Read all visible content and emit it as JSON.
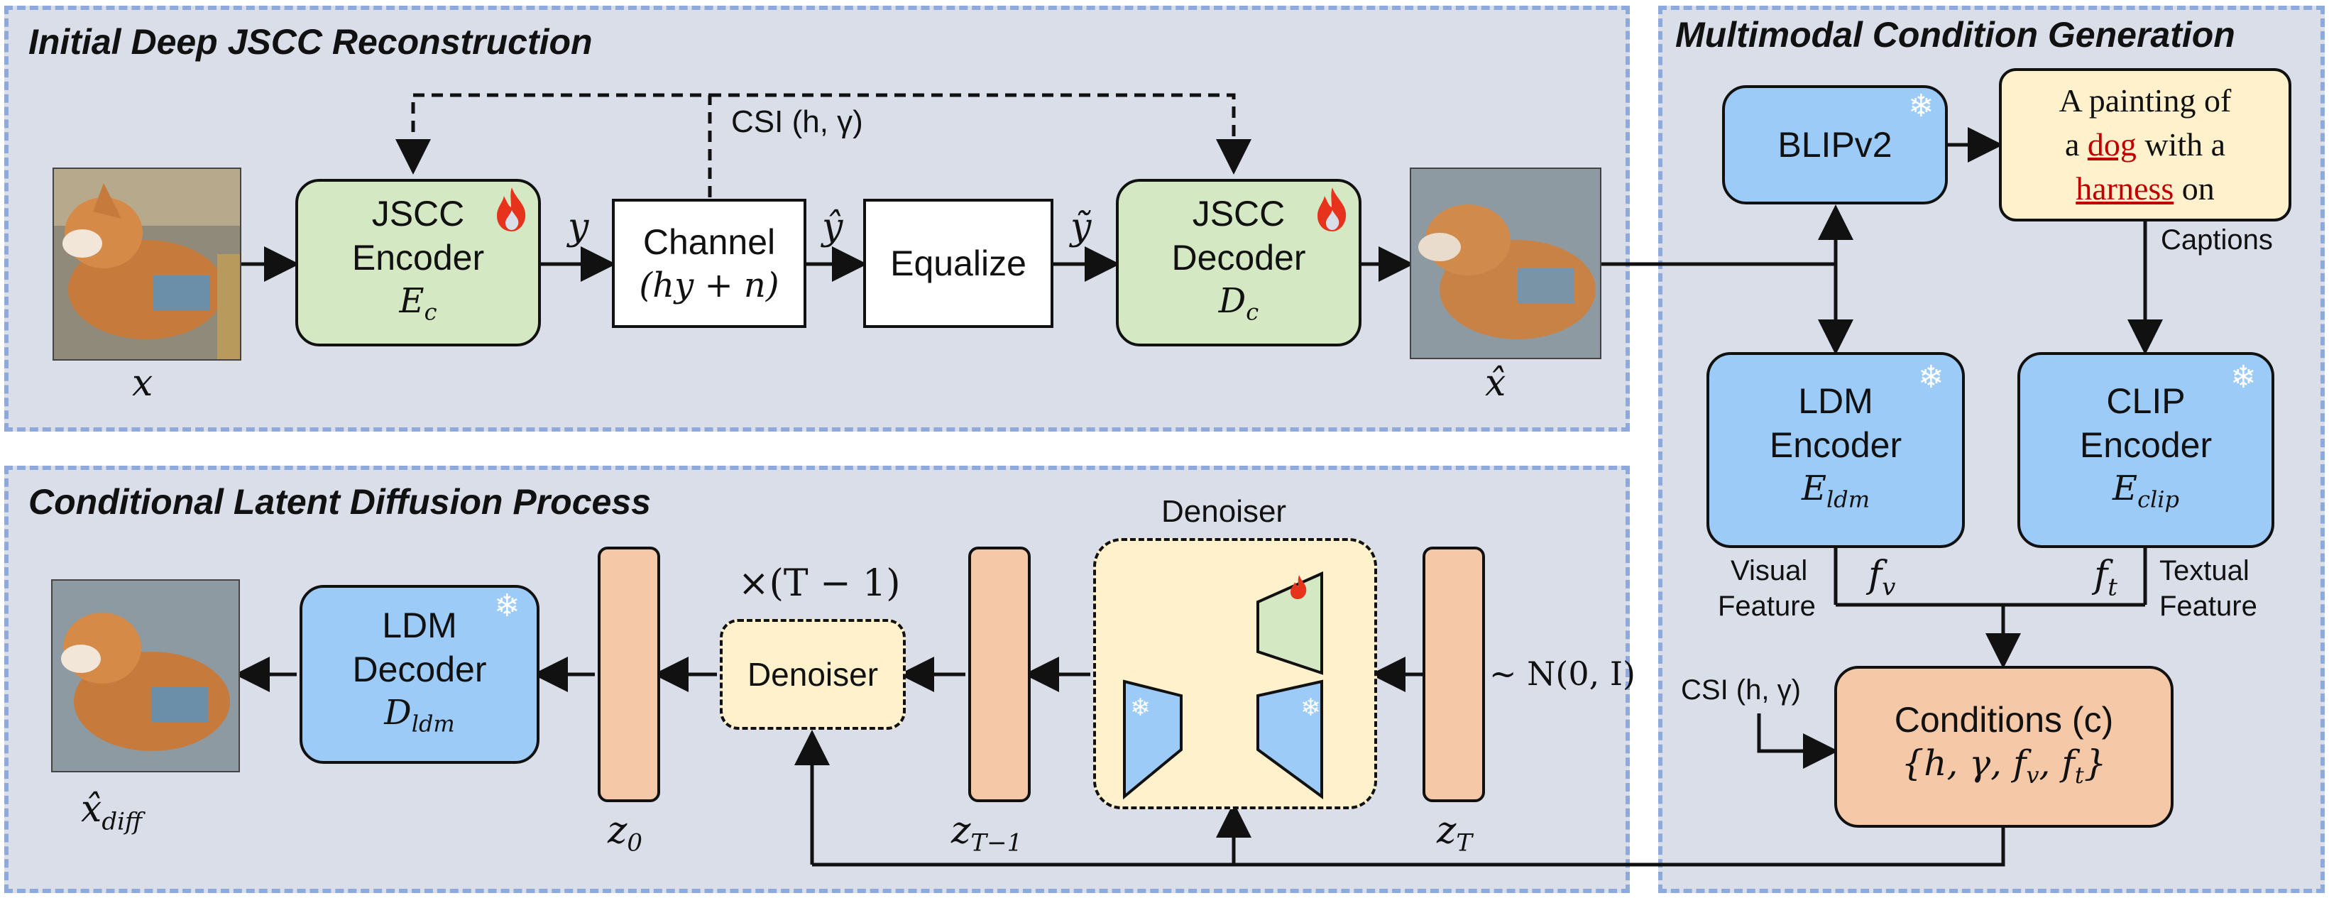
{
  "panels": {
    "initial": "Initial Deep JSCC Reconstruction",
    "multimodal": "Multimodal Condition Generation",
    "diffusion": "Conditional Latent Diffusion Process"
  },
  "top": {
    "jscc_encoder": {
      "l1": "JSCC",
      "l2": "Encoder",
      "sym": "E",
      "sub": "c"
    },
    "channel": {
      "l1": "Channel",
      "l2": "(hy + n)"
    },
    "equalize": "Equalize",
    "jscc_decoder": {
      "l1": "JSCC",
      "l2": "Decoder",
      "sym": "D",
      "sub": "c"
    },
    "csi": "CSI (h, γ)",
    "x": "x",
    "y": "y",
    "y_hat": "ŷ",
    "y_tilde": "ỹ",
    "x_hat": "x̂"
  },
  "right": {
    "blip": "BLIPv2",
    "caption_parts": [
      "A painting of",
      "a ",
      "dog",
      " with a",
      "harness",
      " on"
    ],
    "captions_label": "Captions",
    "ldm_encoder": {
      "l1": "LDM",
      "l2": "Encoder",
      "sym": "E",
      "sub": "ldm"
    },
    "clip_encoder": {
      "l1": "CLIP",
      "l2": "Encoder",
      "sym": "E",
      "sub": "clip"
    },
    "visual_feature": [
      "Visual",
      "Feature"
    ],
    "textual_feature": [
      "Textual",
      "Feature"
    ],
    "f_v": "f",
    "f_v_sub": "v",
    "f_t": "f",
    "f_t_sub": "t",
    "csi": "CSI (h, γ)",
    "conditions_title": "Conditions (c)",
    "conditions_set": "{h, γ, f",
    "conditions_set_mid": ", f",
    "conditions_set_end": "}"
  },
  "bottom": {
    "ldm_decoder": {
      "l1": "LDM",
      "l2": "Decoder",
      "sym": "D",
      "sub": "ldm"
    },
    "x_hat_diff": "x̂",
    "x_hat_diff_sub": "diff",
    "z0": "z",
    "z0_sub": "0",
    "times": "×(T − 1)",
    "denoiser": "Denoiser",
    "denoiser_title": "Denoiser",
    "zT1": "z",
    "zT1_sub": "T−1",
    "zT": "z",
    "zT_sub": "T",
    "noise": "~ N(0, I)"
  },
  "colors": {
    "green": "#d5e8c4",
    "blue": "#9ccbf8",
    "orange": "#f5c8a8",
    "cream": "#fff1cc",
    "panel": "#d9dee8",
    "panel_border": "#8ea9db",
    "fire": "#e8331c"
  }
}
